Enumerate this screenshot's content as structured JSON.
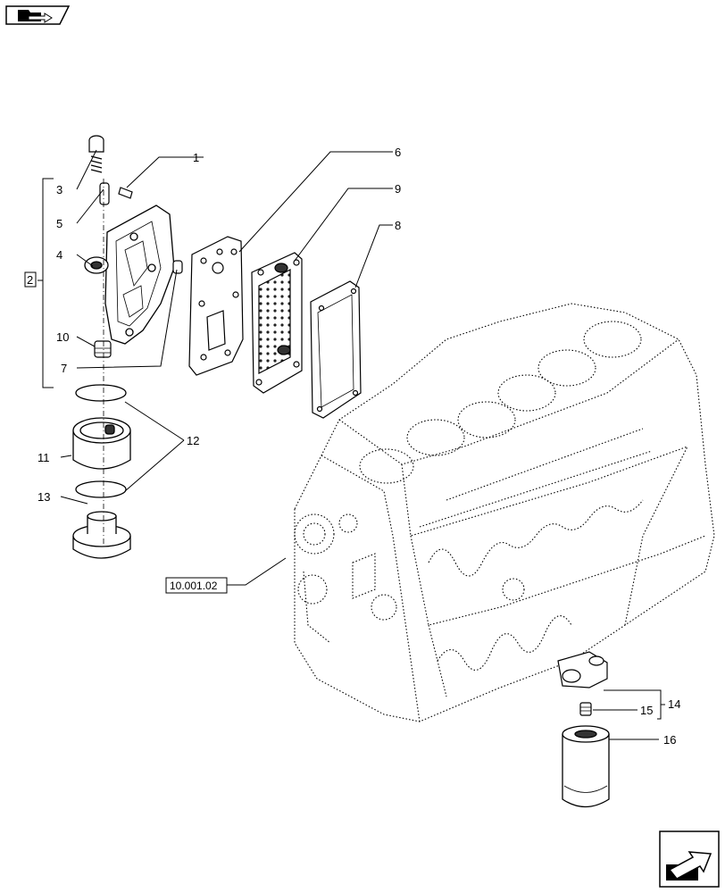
{
  "diagram": {
    "callouts": {
      "c1": "1",
      "c2": "2",
      "c3": "3",
      "c4": "4",
      "c5": "5",
      "c6": "6",
      "c7": "7",
      "c8": "8",
      "c9": "9",
      "c10": "10",
      "c11": "11",
      "c12": "12",
      "c13": "13",
      "c14": "14",
      "c15": "15",
      "c16": "16"
    },
    "reference": "10.001.02"
  },
  "navigation": {
    "top_icon": "folder-arrow-icon",
    "bottom_icon": "next-page-arrow-icon"
  }
}
